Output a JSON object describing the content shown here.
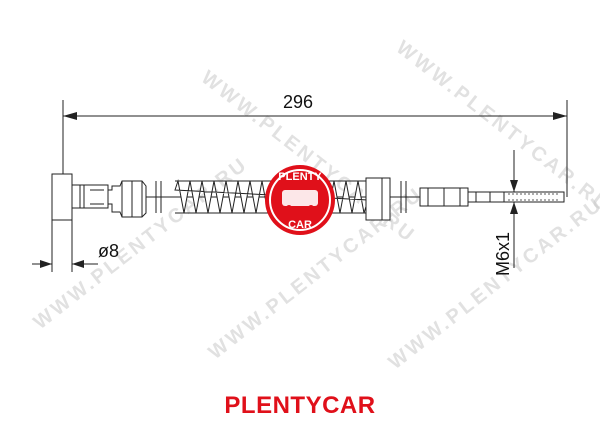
{
  "dimensions": {
    "total_length": "296",
    "diameter": "ø8",
    "thread": "M6x1"
  },
  "watermark": {
    "text": "WWW.PLENTYCAR.RU",
    "logo_top": "PLENTY",
    "logo_bottom": "CAR"
  },
  "brand": {
    "caption": "PLENTYCAR",
    "color": "#e0101a"
  },
  "colors": {
    "line": "#222222",
    "logo": "#e0101a",
    "watermark": "#c9c9c9"
  }
}
